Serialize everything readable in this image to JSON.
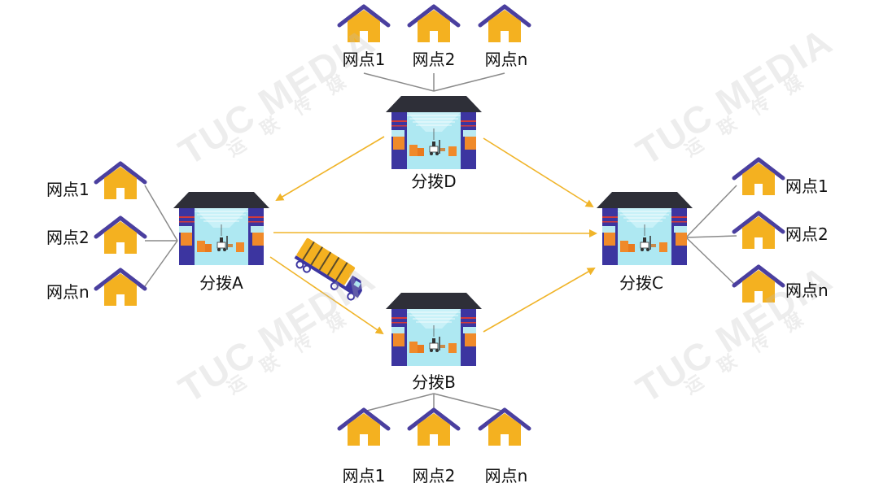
{
  "hubs": {
    "A": {
      "label": "分拨A"
    },
    "B": {
      "label": "分拨B"
    },
    "C": {
      "label": "分拨C"
    },
    "D": {
      "label": "分拨D"
    }
  },
  "nodes": {
    "top": [
      "网点1",
      "网点2",
      "网点n"
    ],
    "bottom": [
      "网点1",
      "网点2",
      "网点n"
    ],
    "left": [
      "网点1",
      "网点2",
      "网点n"
    ],
    "right": [
      "网点1",
      "网点2",
      "网点n"
    ]
  },
  "watermark": {
    "brand": "TUC MEDIA",
    "sub": "运 联 传 媒"
  },
  "colors": {
    "arrow": "#f0b429",
    "node_house": "#f4b120",
    "node_roof": "#4a3f9f",
    "warehouse_roof": "#2e2f38",
    "warehouse_wall": "#3c35a0",
    "warehouse_glass": "#aee8f2",
    "cargo": "#f08a2a",
    "truck": "#f4b120",
    "line": "#8a8a8a"
  }
}
